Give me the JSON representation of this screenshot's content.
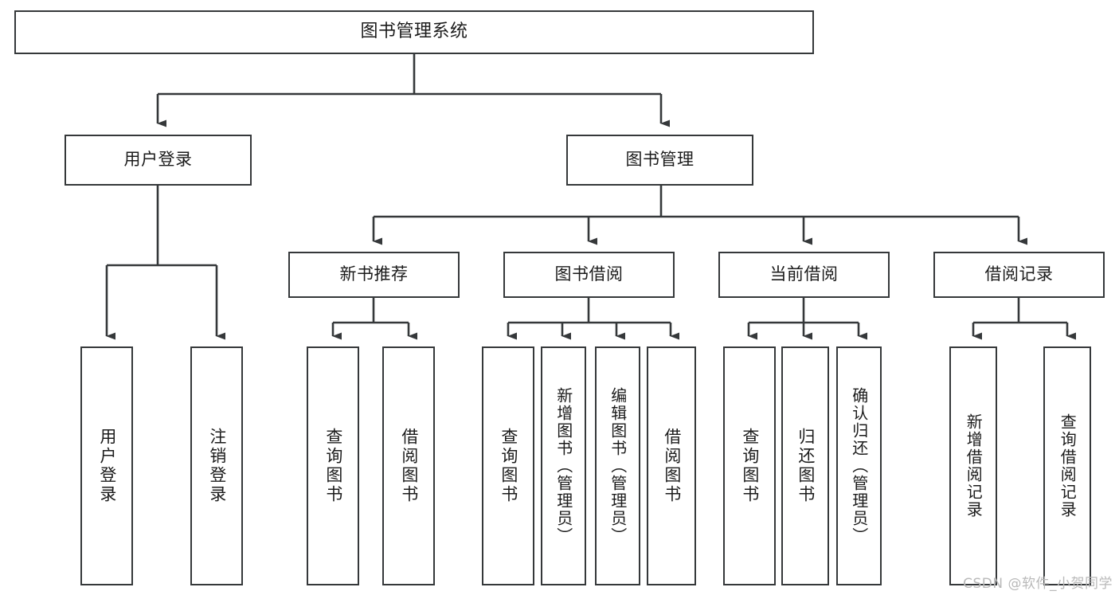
{
  "diagram": {
    "type": "tree-hierarchy",
    "title": "图书管理系统",
    "watermark": "CSDN @软件_小贺同学",
    "colors": {
      "box_border": "#35383a",
      "box_fill": "#ffffff",
      "connector": "#35383a",
      "text": "#1b1b1b",
      "watermark": "#b9b9b9",
      "background": "#ffffff"
    },
    "root": {
      "label": "图书管理系统"
    },
    "level2": [
      {
        "label": "用户登录"
      },
      {
        "label": "图书管理"
      }
    ],
    "level3": [
      {
        "label": "新书推荐"
      },
      {
        "label": "图书借阅"
      },
      {
        "label": "当前借阅"
      },
      {
        "label": "借阅记录"
      }
    ],
    "leaves": {
      "user_login": [
        {
          "label": "用户登录"
        },
        {
          "label": "注销登录"
        }
      ],
      "new_book_recommend": [
        {
          "label": "查询图书"
        },
        {
          "label": "借阅图书"
        }
      ],
      "book_borrow": [
        {
          "label": "查询图书"
        },
        {
          "label": "新增图书（管理员）"
        },
        {
          "label": "编辑图书（管理员）"
        },
        {
          "label": "借阅图书"
        }
      ],
      "current_borrow": [
        {
          "label": "查询图书"
        },
        {
          "label": "归还图书"
        },
        {
          "label": "确认归还（管理员）"
        }
      ],
      "borrow_record": [
        {
          "label": "新增借阅记录"
        },
        {
          "label": "查询借阅记录"
        }
      ]
    }
  }
}
